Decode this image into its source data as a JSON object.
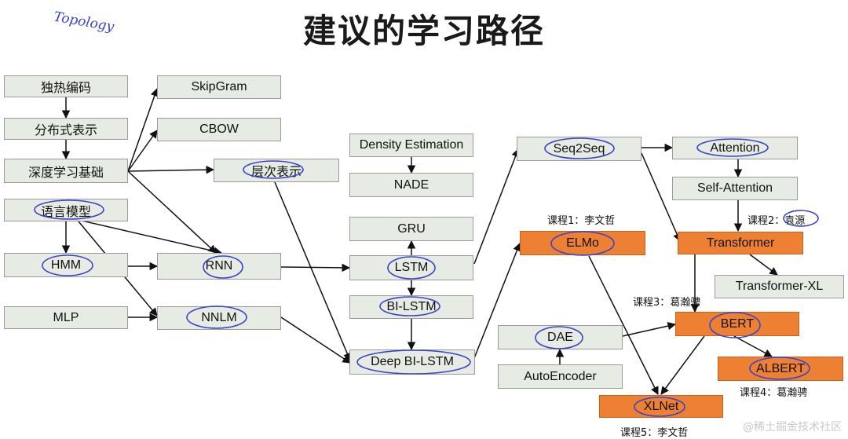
{
  "title": "建议的学习路径",
  "handwritten_note": "Topology",
  "nodes": {
    "onehot": "独热编码",
    "distributed": "分布式表示",
    "deeplearning": "深度学习基础",
    "langmodel": "语言模型",
    "hmm": "HMM",
    "mlp": "MLP",
    "skipgram": "SkipGram",
    "cbow": "CBOW",
    "hierarchical": "层次表示",
    "rnn": "RNN",
    "nnlm": "NNLM",
    "density": "Density Estimation",
    "nade": "NADE",
    "gru": "GRU",
    "lstm": "LSTM",
    "bilstm": "BI-LSTM",
    "deepbilstm": "Deep BI-LSTM",
    "seq2seq": "Seq2Seq",
    "elmo": "ELMo",
    "dae": "DAE",
    "autoencoder": "AutoEncoder",
    "xlnet": "XLNet",
    "attention": "Attention",
    "selfattention": "Self-Attention",
    "transformer": "Transformer",
    "transformerxl": "Transformer-XL",
    "bert": "BERT",
    "albert": "ALBERT"
  },
  "course_labels": {
    "course1": "课程1：李文哲",
    "course2": "课程2：袁源",
    "course3": "课程3：葛瀚骋",
    "course4": "课程4：葛瀚骋",
    "course5": "课程5：李文哲"
  },
  "watermark": "@稀土掘金技术社区",
  "colors": {
    "node_fill": "#e6ebe3",
    "highlight_fill": "#ee8034",
    "annotation_ink": "#3b43c8"
  }
}
